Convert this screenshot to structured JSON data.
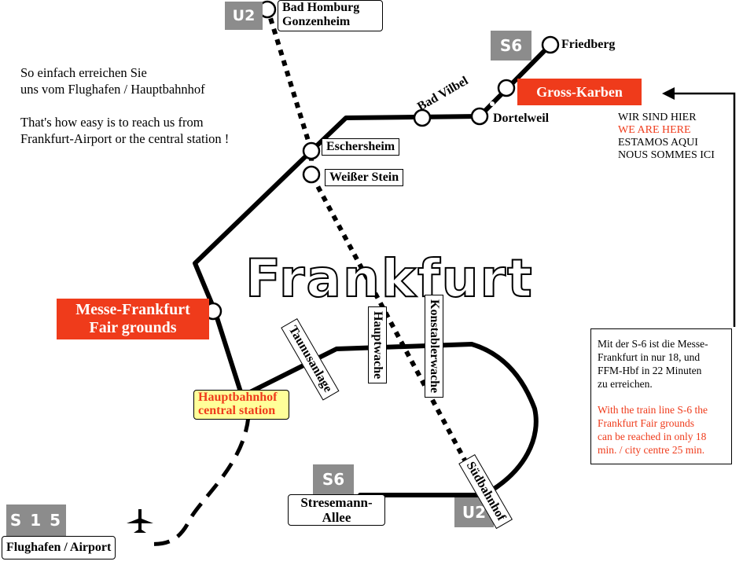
{
  "intro": {
    "de_line1": "So einfach erreichen Sie",
    "de_line2": "uns vom Flughafen / Hauptbahnhof",
    "en_line1": "That's how easy is to reach us from",
    "en_line2": "Frankfurt-Airport or the central station !"
  },
  "city": "Frankfurt",
  "lines": {
    "u2_top": "U2",
    "s6_top": "S6",
    "s6_bottom": "S6",
    "u2_bottom": "U2",
    "s15": "S 1 5"
  },
  "stations": {
    "bad_homburg_1": "Bad Homburg",
    "bad_homburg_2": "Gonzenheim",
    "friedberg": "Friedberg",
    "bad_vilbel": "Bad Vilbel",
    "gross_karben": "Gross-Karben",
    "dortelweil": "Dortelweil",
    "eschersheim": "Eschersheim",
    "weisser_stein": "Weißer Stein",
    "messe_1": "Messe-Frankfurt",
    "messe_2": "Fair grounds",
    "taunusanlage": "Taunusanlage",
    "hauptwache": "Hauptwache",
    "konstablerwache": "Konstablerwache",
    "hbf_1": "Hauptbahnhof",
    "hbf_2": "central station",
    "suedbahnhof": "Südbahnhof",
    "stresemann_1": "Stresemann-",
    "stresemann_2": "Allee",
    "airport": "Flughafen / Airport"
  },
  "we_are_here": {
    "de": "WIR SIND HIER",
    "en": "WE ARE HERE",
    "es": "ESTAMOS AQUI",
    "fr": "NOUS SOMMES ICI"
  },
  "info": {
    "de1": "Mit der S-6 ist die Messe-",
    "de2": "Frankfurt in nur 18, und",
    "de3": "FFM-Hbf in 22 Minuten",
    "de4": "zu erreichen.",
    "en1": "With the train line S-6 the",
    "en2": "Frankfurt Fair grounds",
    "en3": "can be reached in only 18",
    "en4": " min. / city centre 25 min."
  },
  "icons": {
    "airport": "airplane-icon",
    "pointer": "arrow-icon"
  },
  "colors": {
    "highlight": "#ef3b1b",
    "line_label": "#8c8c8c",
    "hbf_fill": "#ffff99"
  }
}
